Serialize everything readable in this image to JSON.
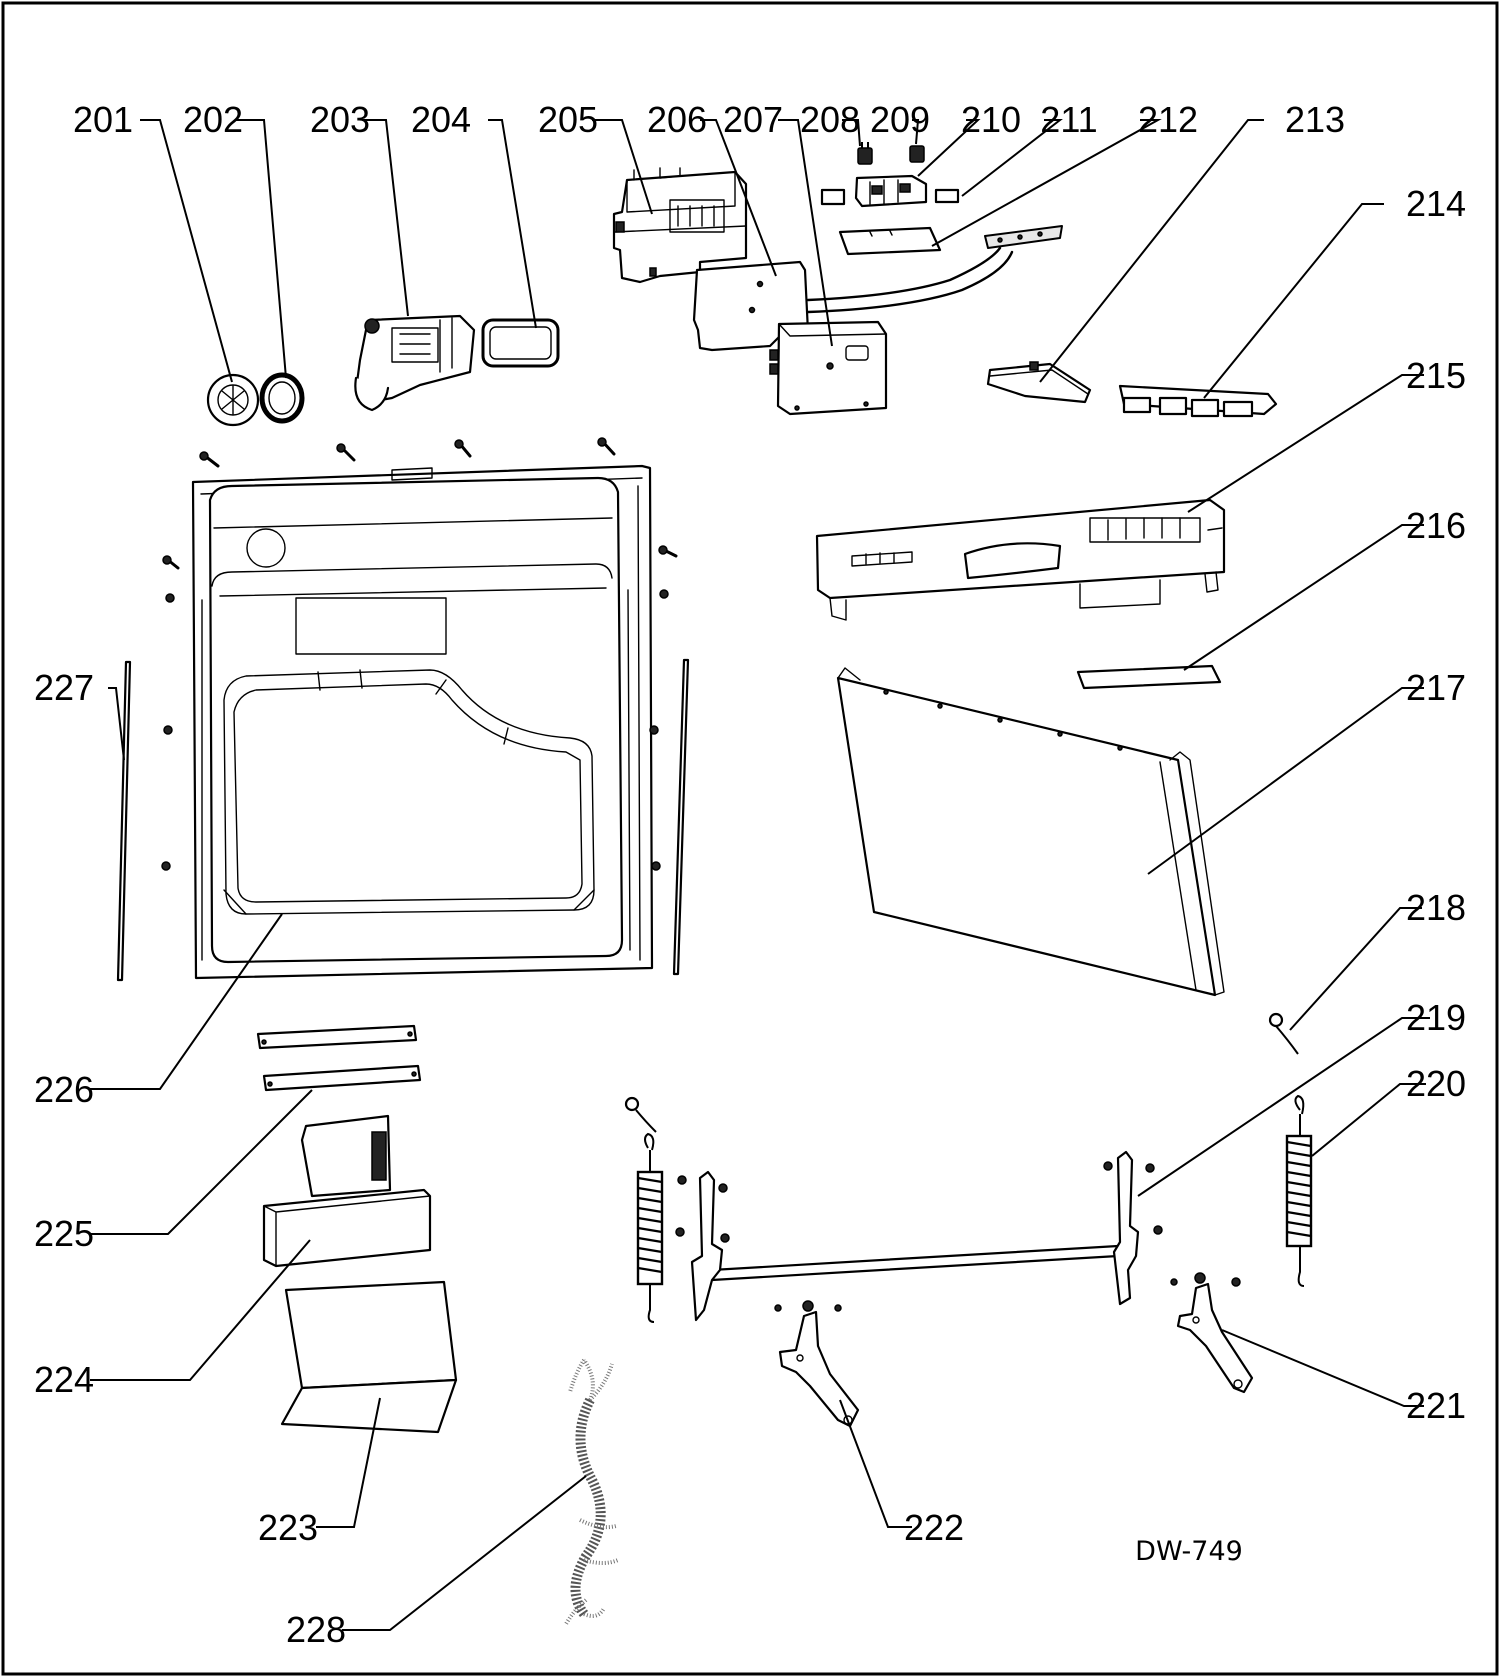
{
  "diagram_code": "DW-749",
  "callouts": [
    {
      "id": "201",
      "label": "201"
    },
    {
      "id": "202",
      "label": "202"
    },
    {
      "id": "203",
      "label": "203"
    },
    {
      "id": "204",
      "label": "204"
    },
    {
      "id": "205",
      "label": "205"
    },
    {
      "id": "206",
      "label": "206"
    },
    {
      "id": "207",
      "label": "207"
    },
    {
      "id": "208",
      "label": "208"
    },
    {
      "id": "209",
      "label": "209"
    },
    {
      "id": "210",
      "label": "210"
    },
    {
      "id": "211",
      "label": "211"
    },
    {
      "id": "212",
      "label": "212"
    },
    {
      "id": "213",
      "label": "213"
    },
    {
      "id": "214",
      "label": "214"
    },
    {
      "id": "215",
      "label": "215"
    },
    {
      "id": "216",
      "label": "216"
    },
    {
      "id": "217",
      "label": "217"
    },
    {
      "id": "218",
      "label": "218"
    },
    {
      "id": "219",
      "label": "219"
    },
    {
      "id": "220",
      "label": "220"
    },
    {
      "id": "221",
      "label": "221"
    },
    {
      "id": "222",
      "label": "222"
    },
    {
      "id": "223",
      "label": "223"
    },
    {
      "id": "224",
      "label": "224"
    },
    {
      "id": "225",
      "label": "225"
    },
    {
      "id": "226",
      "label": "226"
    },
    {
      "id": "227",
      "label": "227"
    },
    {
      "id": "228",
      "label": "228"
    }
  ]
}
